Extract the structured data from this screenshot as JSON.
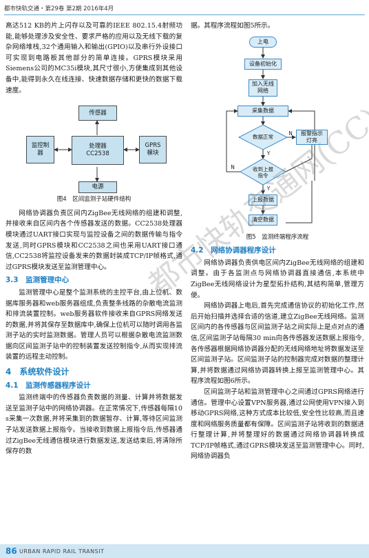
{
  "header": {
    "text": "都市快轨交通・第29卷 第2期 2016年4月"
  },
  "left": {
    "p1": "高达512 KB的片上闪存以及可靠的IEEE 802.15.4射频功能,能够处理涉及安全性、要求严格的应用以及无线下载的复杂网络堆栈,32个通用输入和输出(GPIO)以及串行外设接口可实现到电路板其他部分的简单连接。GPRS模块采用Siemens公司的MC35i模块,其尺寸很小,方便集成到其他设备中,能得到永久在线连接、快速数据存储和更快的数据下载速度。",
    "fig4": {
      "sensor": "传感器",
      "monitor": "监控制\n器",
      "processor": "处理器\nCC2538",
      "gprs": "GPRS\n模块",
      "power": "电源",
      "caption": "图4　区间监测子站硬件结构"
    },
    "p2": "网络协调器负责区间内ZigBee无线网络的组建和调整,并接收来自区间内各个传感器发送的数据。CC2538处理器模块通过UART接口实现与监控设备之间的数据传输与指令发送,同时GPRS模块和CC2538之间也采用UART接口通信,CC2538将监控设备发来的数据封装成TCP/IP帧格式,通过GPRS模块发送至监测管理中心。",
    "h33": "3.3　监测管理中心",
    "p3": "监测管理中心是整个监测系统的主控平台,由上位机、数据库服务器和web服务器组成,负责整条线路的杂散电流监测和排流装置控制。web服务器软件接收来自GPRS网络发送的数据,并将其保存至数据库中,确保上位机可以随时调用各监测子站的实时监测数据。管理人员可以根据杂散电流监测数据向区间监测子站中的控制装置发送控制指令,从而实现排流装置的远程主动控制。",
    "h4": "4　系统软件设计",
    "h41": "4.1　监测传感器程序设计",
    "p4": "监测终端中的传感器负责数据的测量、计算并将数据发送至监测子站中的网络协调器。在正常情况下,传感器每隔10 s采集一次数据,并将采集到的数据暂存、计算,等待区间监测子站发送数据上报指令。当接收到数据上报指令后,传感器通过ZigBee无线通信模块进行数据发送,发送结束后,将清除所保存的数"
  },
  "right": {
    "p0": "据。其程序流程如图5所示。",
    "fig5": {
      "power_on": "上电",
      "init": "设备初始化",
      "join": "加入无线\n网络",
      "collect": "采集数据",
      "normal": "数据正常",
      "alarm": "报警指示\n灯亮",
      "received": "收到上报\n指令",
      "report": "上报数据",
      "clear": "清空数据",
      "n1": "N",
      "y1": "Y",
      "n2": "N",
      "y2": "Y",
      "caption": "图5　监测终端程序流程"
    },
    "h42": "4.2　网络协调器程序设计",
    "p1": "网络协调器负责供电区间内ZigBee无线网络的组建和调整。由于各监测点与网络协调器直接通信,本系统中ZigBee无线网络设计为星型拓扑结构,其结构简单,管理方便。",
    "p2": "网络协调器上电后,首先完成通信协议的初始化工作,然后开始扫描并选择合适的信道,建立ZigBee无线网络。监测区间内的各传感器与区间监测子站之间实际上是点对点的通信,区间监测子站每隔30 min向各传感器发送数据上报指令,各传感器根据网络协调器分配的无线网络地址将数据发送至区间监测子站。区间监测子站的控制器完成对数据的整理计算,并将数据通过网络协调器转换上报至监测管理中心。其程序流程如图6所示。",
    "p3": "区间监测子站和监测管理中心之间通过GPRS网络进行通信。管理中心设置VPN服务器,通过公网使用VPN接入到移动GPRS网络,这种方式成本比较低,安全性比较高,而且速度和网络服务质量都有保障。区间监测子站将收到的数据进行整理计算,并将整理好的数据通过网络协调器转换成TCP/IP帧格式,通过GPRS模块发送至监测管理中心。同时,网络协调器负"
  },
  "watermark": "都市快轨交通网(CC)",
  "footer": {
    "page": "86",
    "journal": "URBAN RAPID RAIL TRANSIT"
  },
  "colors": {
    "accent": "#1e7fc2",
    "box_fill": "#c6e2f0",
    "flow_fill": "#d8ecf8"
  }
}
